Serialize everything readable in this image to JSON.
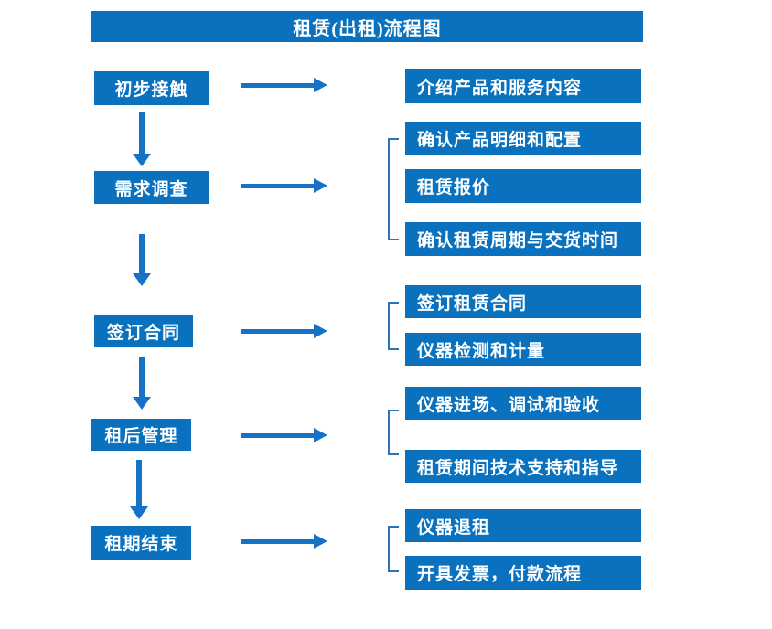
{
  "title": "租赁(出租)流程图",
  "colors": {
    "box_fill": "#0971BE",
    "arrow": "#1572C6",
    "bracket": "#2E74B5",
    "text": "#FFFFFF",
    "background": "#FFFFFF"
  },
  "steps": [
    {
      "label": "初步接触",
      "outputs": [
        "介绍产品和服务内容"
      ]
    },
    {
      "label": "需求调查",
      "outputs": [
        "确认产品明细和配置",
        "租赁报价",
        "确认租赁周期与交货时间"
      ]
    },
    {
      "label": "签订合同",
      "outputs": [
        "签订租赁合同",
        "仪器检测和计量"
      ]
    },
    {
      "label": "租后管理",
      "outputs": [
        "仪器进场、调试和验收",
        "租赁期间技术支持和指导"
      ]
    },
    {
      "label": "租期结束",
      "outputs": [
        "仪器退租",
        "开具发票，付款流程"
      ]
    }
  ]
}
